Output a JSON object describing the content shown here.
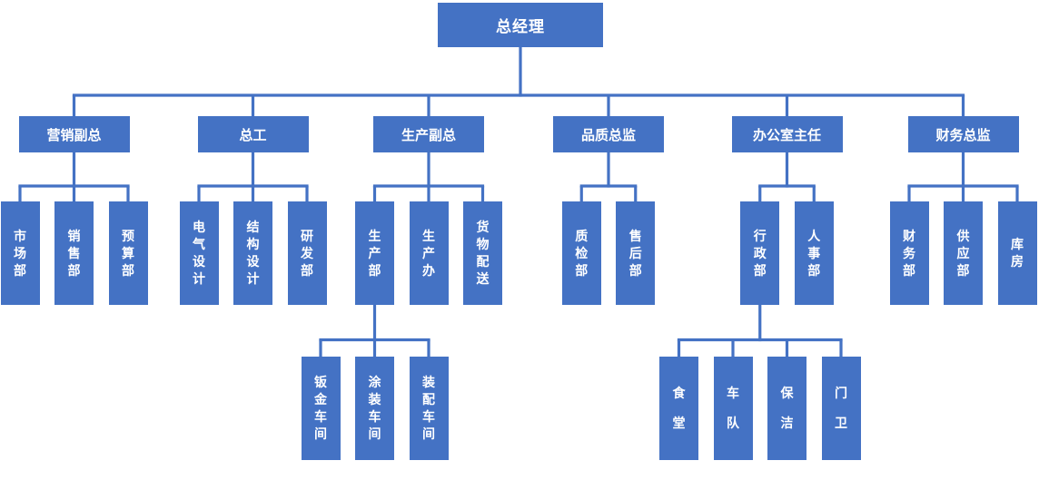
{
  "colors": {
    "node_fill": "#4472C4",
    "connector": "#4472C4",
    "text": "#FFFFFF",
    "background": "#FFFFFF"
  },
  "tree": {
    "label": "总经理",
    "children": [
      {
        "label": "营销副总",
        "children": [
          {
            "label": "市场部"
          },
          {
            "label": "销售部"
          },
          {
            "label": "预算部"
          }
        ]
      },
      {
        "label": "总工",
        "children": [
          {
            "label": "电气设计"
          },
          {
            "label": "结构设计"
          },
          {
            "label": "研发部"
          }
        ]
      },
      {
        "label": "生产副总",
        "children": [
          {
            "label": "生产部",
            "children": [
              {
                "label": "钣金车间"
              },
              {
                "label": "涂装车间"
              },
              {
                "label": "装配车间"
              }
            ]
          },
          {
            "label": "生产办"
          },
          {
            "label": "货物配送"
          }
        ]
      },
      {
        "label": "品质总监",
        "children": [
          {
            "label": "质检部"
          },
          {
            "label": "售后部"
          }
        ]
      },
      {
        "label": "办公室主任",
        "children": [
          {
            "label": "行政部",
            "children": [
              {
                "label": "食堂"
              },
              {
                "label": "车队"
              },
              {
                "label": "保洁"
              },
              {
                "label": "门卫"
              }
            ]
          },
          {
            "label": "人事部"
          }
        ]
      },
      {
        "label": "财务总监",
        "children": [
          {
            "label": "财务部"
          },
          {
            "label": "供应部"
          },
          {
            "label": "库房"
          }
        ]
      }
    ]
  }
}
